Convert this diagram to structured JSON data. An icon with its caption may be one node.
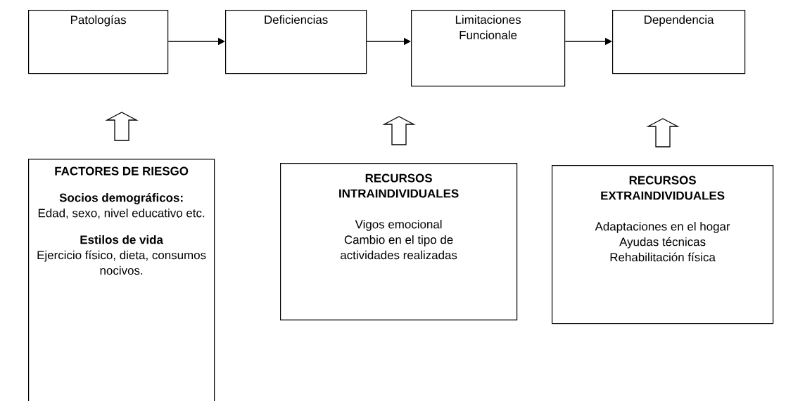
{
  "diagram": {
    "nodes": [
      {
        "text": [
          "Patologías"
        ]
      },
      {
        "text": [
          "Deficiencias"
        ]
      },
      {
        "text": [
          "Limitaciones Funcionale"
        ]
      },
      {
        "text": [
          "Dependencia"
        ]
      },
      {
        "text": [
          "FACTORES DE RIESGO",
          "Socios demográficos:",
          "Edad, sexo, nivel educativo etc.",
          "Estilos de vida",
          "Ejercicio físico, dieta, consumos nocivos."
        ]
      },
      {
        "text": [
          "RECURSOS INTRAINDIVIDUALES",
          "Vigos emocional",
          "Cambio en el tipo de actividades realizadas"
        ]
      },
      {
        "text": [
          "RECURSOS EXTRAINDIVIDUALES",
          "Adaptaciones  en el hogar",
          "Ayudas técnicas",
          "Rehabilitación física"
        ]
      }
    ],
    "edges": [
      {
        "from": 0,
        "to": 1,
        "arrow": "to"
      },
      {
        "from": 1,
        "to": 2,
        "arrow": "to"
      },
      {
        "from": 2,
        "to": 3,
        "arrow": "to"
      },
      {
        "from": 4,
        "to": null,
        "arrow": "to"
      },
      {
        "from": 5,
        "to": null,
        "arrow": "to"
      },
      {
        "from": 6,
        "to": null,
        "arrow": "to"
      }
    ]
  }
}
